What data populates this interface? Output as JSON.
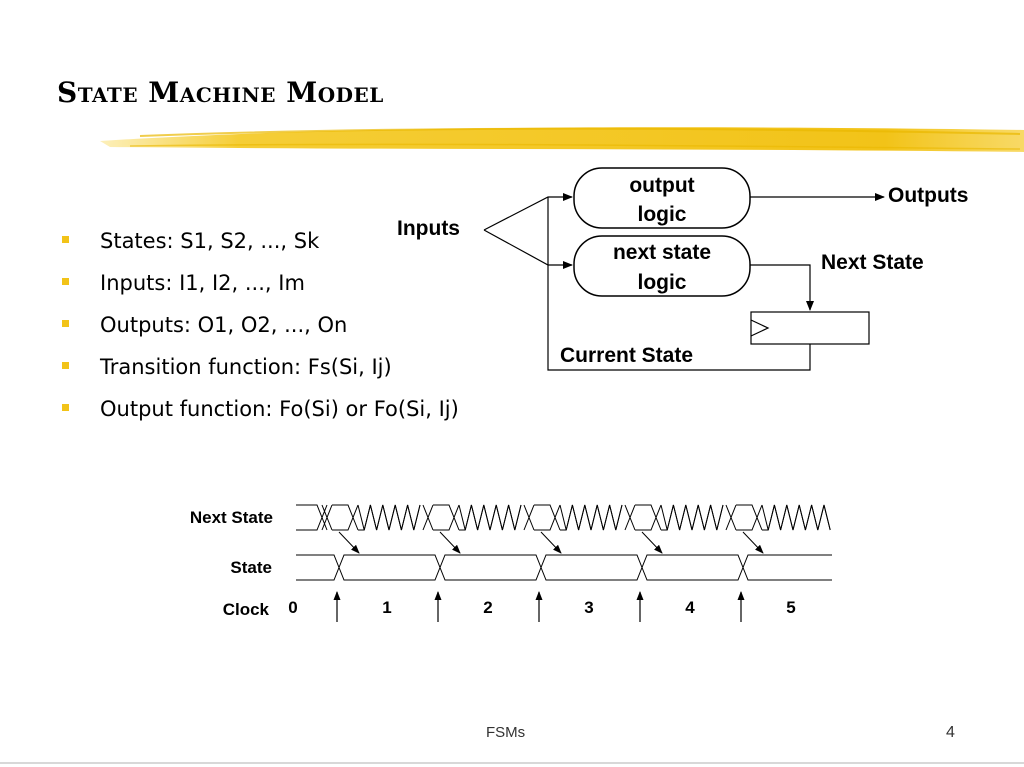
{
  "slide": {
    "title": "State Machine Model",
    "footer_text": "FSMs",
    "page_number": "4"
  },
  "bullets": [
    "States: S1, S2, ..., Sk",
    "Inputs: I1, I2, ..., Im",
    "Outputs: O1, O2, ..., On",
    "Transition function: Fs(Si, Ij)",
    "Output function: Fo(Si) or Fo(Si, Ij)"
  ],
  "block_diagram": {
    "output_logic": [
      "output",
      "logic"
    ],
    "next_state_logic": [
      "next state",
      "logic"
    ],
    "inputs_label": "Inputs",
    "outputs_label": "Outputs",
    "next_state_label": "Next State",
    "current_state_label": "Current State"
  },
  "timing_diagram": {
    "next_state_label": "Next State",
    "state_label": "State",
    "clock_label": "Clock",
    "cycles": [
      "0",
      "1",
      "2",
      "3",
      "4",
      "5"
    ]
  },
  "colors": {
    "accent_highlighter": "#f2c318",
    "bullet": "#f2c318"
  }
}
